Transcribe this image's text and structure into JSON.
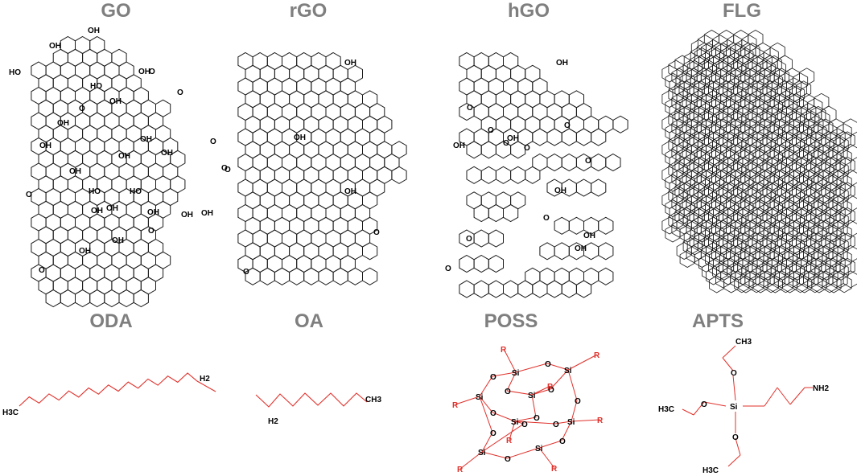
{
  "top_titles": [
    "GO",
    "rGO",
    "hGO",
    "FLG"
  ],
  "bottom_titles": [
    "ODA",
    "OA",
    "POSS",
    "APTS"
  ],
  "go_groups": [
    "OH",
    "OH",
    "HO",
    "HO",
    "OH",
    "O",
    "OH",
    "OH",
    "O",
    "O",
    "OH",
    "OH",
    "OH",
    "OH",
    "O",
    "O",
    "OH",
    "O",
    "HO",
    "HO",
    "OH",
    "OH",
    "OH",
    "OH",
    "OH",
    "OH",
    "OH",
    "O",
    "O",
    "O"
  ],
  "rgo_groups": [
    "OH",
    "OH",
    "OH",
    "O",
    "O"
  ],
  "hgo_groups": [
    "OH",
    "O",
    "O",
    "OH",
    "O",
    "O",
    "OH",
    "O",
    "OH",
    "O",
    "OH",
    "O",
    "O",
    "O",
    "OH"
  ],
  "oda": {
    "left": "H3C",
    "right": "H2"
  },
  "oa": {
    "left": "H2",
    "right": "CH3"
  },
  "poss": {
    "si": [
      "Si",
      "Si",
      "Si",
      "Si",
      "Si",
      "Si",
      "Si",
      "Si"
    ],
    "o": [
      "O",
      "O",
      "O",
      "O",
      "O",
      "O",
      "O",
      "O",
      "O",
      "O",
      "O",
      "O"
    ],
    "r": [
      "R",
      "R",
      "R",
      "R",
      "R",
      "R",
      "R",
      "R"
    ]
  },
  "apts": {
    "si": "Si",
    "o": [
      "O",
      "O",
      "O"
    ],
    "ch3": [
      "CH3",
      "H3C",
      "H3C"
    ],
    "nh2": "NH2"
  }
}
